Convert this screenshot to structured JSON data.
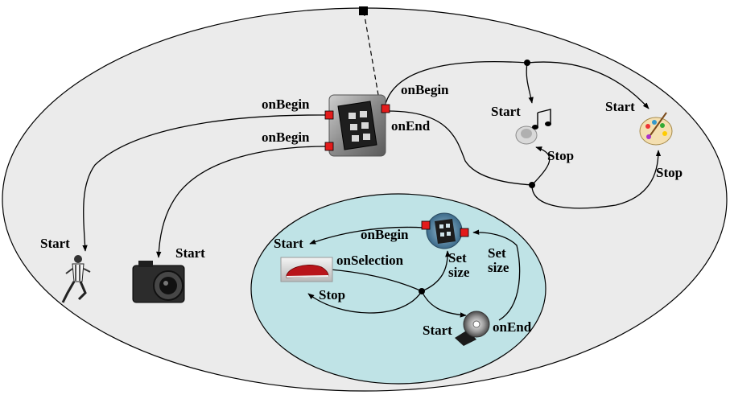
{
  "labels": {
    "video_main_on_begin_right": "onBegin",
    "video_main_on_begin_left_top": "onBegin",
    "video_main_on_begin_left_bottom": "onBegin",
    "video_main_on_end": "onEnd",
    "audio_start": "Start",
    "audio_stop": "Stop",
    "palette_start": "Start",
    "palette_stop": "Stop",
    "player_start": "Start",
    "camera_start": "Start",
    "inner_start": "Start",
    "inner_video_on_begin": "onBegin",
    "shoe_on_selection": "onSelection",
    "shoe_stop": "Stop",
    "set_size_left": "Set\nsize",
    "set_size_right": "Set\nsize",
    "dvd_start": "Start",
    "dvd_on_end": "onEnd"
  },
  "icons": {
    "video_main": "film-strip-icon",
    "audio": "speaker-music-note-icon",
    "palette": "paint-palette-icon",
    "player": "football-player-image",
    "camera": "camera-image",
    "shoe": "red-shoe-image",
    "inner_video": "film-strip-icon",
    "dvd": "dvd-disc-icon"
  },
  "colors": {
    "outer_ellipse_fill": "#ebebeb",
    "inner_ellipse_fill": "#bfe3e6",
    "port_red": "#e31b1b",
    "edge": "#000000"
  }
}
